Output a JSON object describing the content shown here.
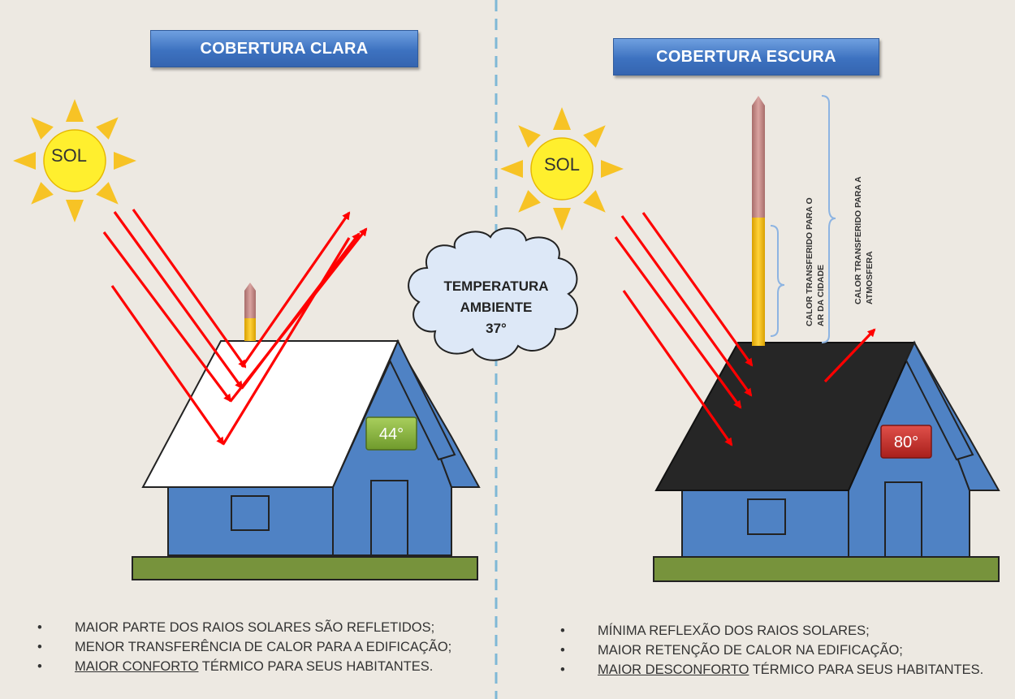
{
  "left_panel": {
    "title": "COBERTURA CLARA",
    "sun_label": "SOL",
    "temperature_badge": "44°",
    "bullets": [
      {
        "text": "MAIOR PARTE DOS RAIOS SOLARES SÃO REFLETIDOS;"
      },
      {
        "text": "MENOR TRANSFERÊNCIA DE CALOR PARA A EDIFICAÇÃO;"
      },
      {
        "underlined": "MAIOR CONFORTO",
        "rest": " TÉRMICO PARA SEUS HABITANTES."
      }
    ]
  },
  "center": {
    "cloud_label_line1": "TEMPERATURA",
    "cloud_label_line2": "AMBIENTE",
    "cloud_label_line3": "37°"
  },
  "right_panel": {
    "title": "COBERTURA ESCURA",
    "sun_label": "SOL",
    "temperature_badge": "80°",
    "bracket_label_city_line1": "CALOR TRANSFERIDO PARA O",
    "bracket_label_city_line2": "AR DA CIDADE",
    "bracket_label_atm_line1": "CALOR TRANSFERIDO PARA A",
    "bracket_label_atm_line2": "ATMOSFERA",
    "bullets": [
      {
        "text": "MÍNIMA  REFLEXÃO DOS RAIOS SOLARES;"
      },
      {
        "text": "MAIOR RETENÇÃO DE CALOR NA EDIFICAÇÃO;"
      },
      {
        "underlined": "MAIOR DESCONFORTO",
        "rest": " TÉRMICO PARA SEUS HABITANTES."
      }
    ]
  },
  "colors": {
    "background": "#ede9e2",
    "divider": "#7fb8d6",
    "title_box": "#3d72c0",
    "sun": "#ffef2e",
    "sun_rays": "#f7c325",
    "arrow": "#ff0000",
    "house_wall": "#4f82c4",
    "roof_light": "#ffffff",
    "roof_dark": "#262626",
    "ground": "#77933c",
    "badge_green": "#8cb544",
    "badge_red": "#c9302c",
    "thermometer_mercury": "#f2b705",
    "thermometer_tube": "#c38a87",
    "cloud": "#dde8f7"
  },
  "icons": [
    "sun-icon",
    "cloud-icon",
    "thermometer-icon",
    "house-icon",
    "arrow-icon"
  ]
}
